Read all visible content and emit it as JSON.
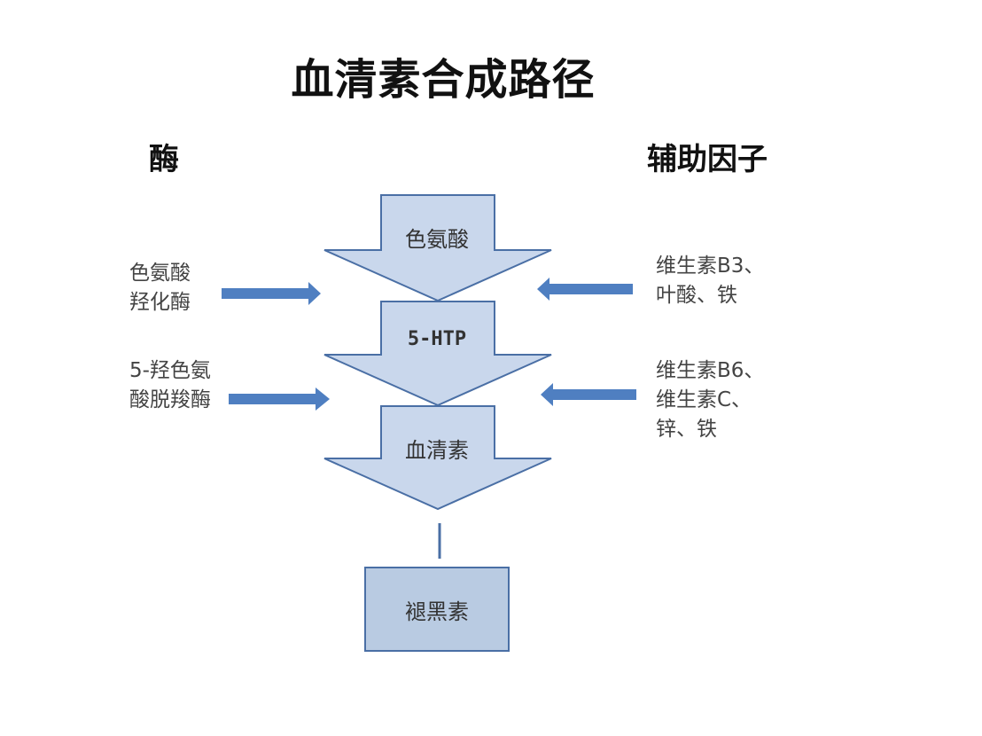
{
  "title": "血清素合成路径",
  "headings": {
    "enzyme": "酶",
    "cofactor": "辅助因子"
  },
  "pathway": {
    "steps": [
      "色氨酸",
      "5-HTP",
      "血清素"
    ],
    "product": "褪黑素"
  },
  "enzymes": [
    {
      "lines": [
        "色氨酸",
        "羟化酶"
      ]
    },
    {
      "lines": [
        "5-羟色氨",
        "酸脱羧酶"
      ]
    }
  ],
  "cofactors": [
    {
      "lines": [
        "维生素B3、",
        "叶酸、铁"
      ]
    },
    {
      "lines": [
        "维生素B6、",
        "维生素C、",
        "锌、铁"
      ]
    }
  ],
  "colors": {
    "arrow_fill": "#c9d7ec",
    "arrow_stroke": "#4a6fa5",
    "side_arrow": "#4f7fc1",
    "box_fill": "#b9cbe2"
  }
}
